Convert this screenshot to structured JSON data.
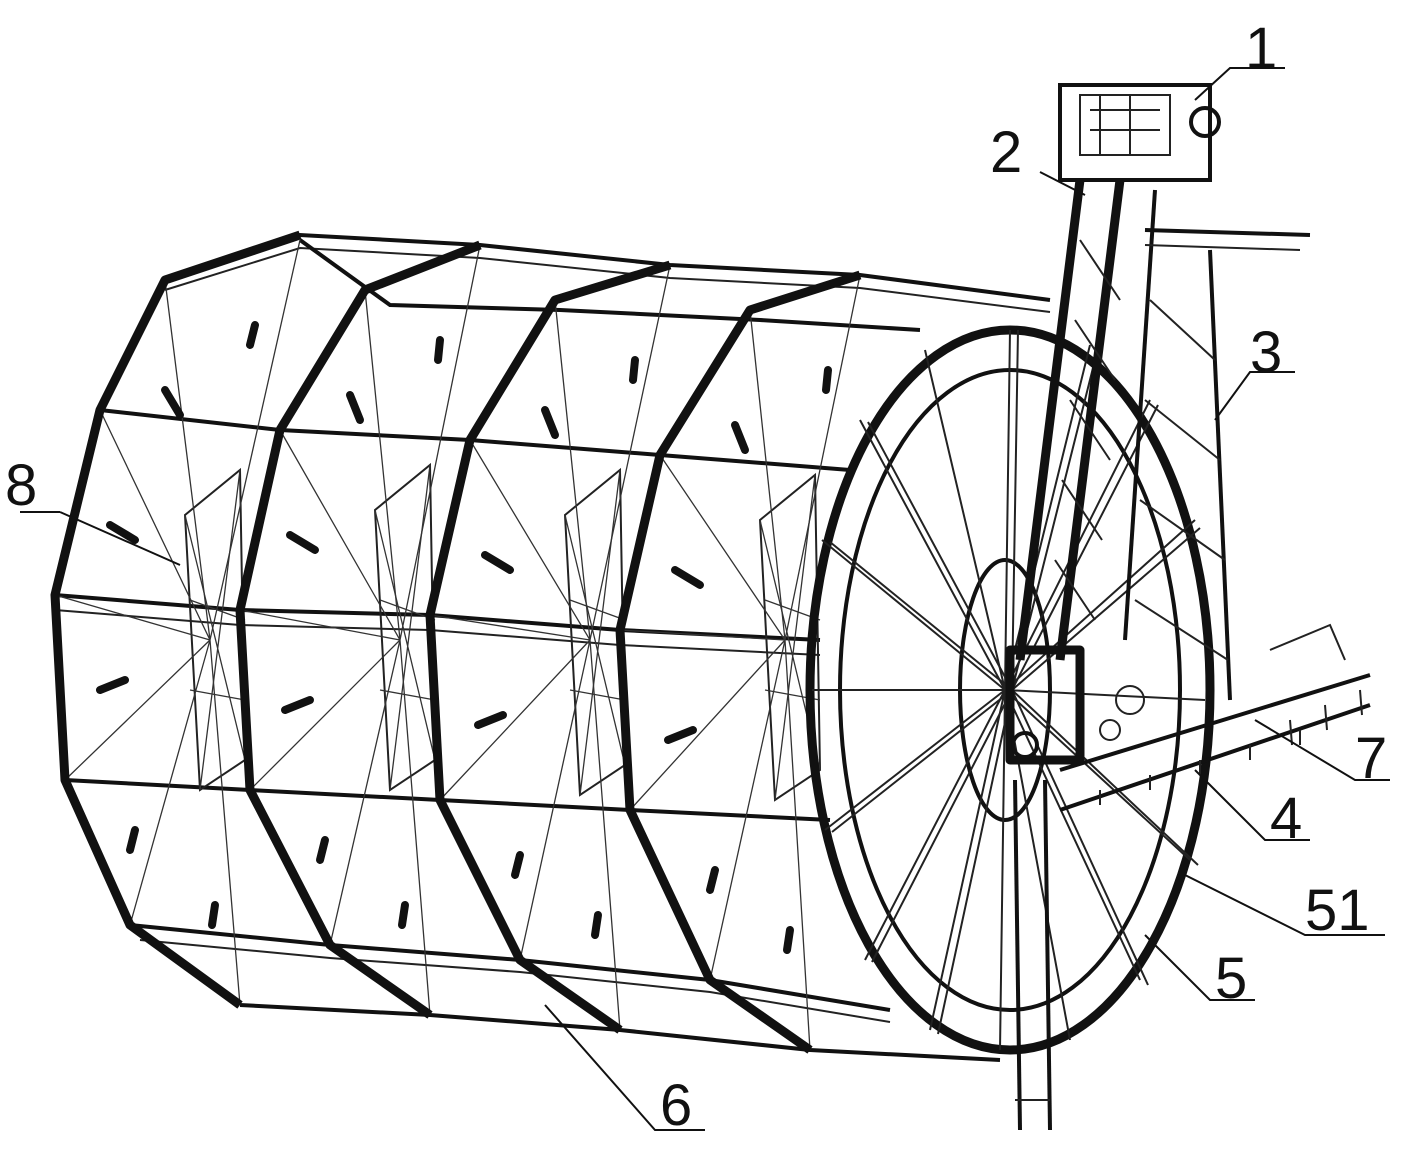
{
  "labels": {
    "l1": "1",
    "l2": "2",
    "l3": "3",
    "l4": "4",
    "l5": "5",
    "l51": "51",
    "l6": "6",
    "l7": "7",
    "l8": "8"
  },
  "colors": {
    "ink": "#111111",
    "background": "#ffffff"
  }
}
